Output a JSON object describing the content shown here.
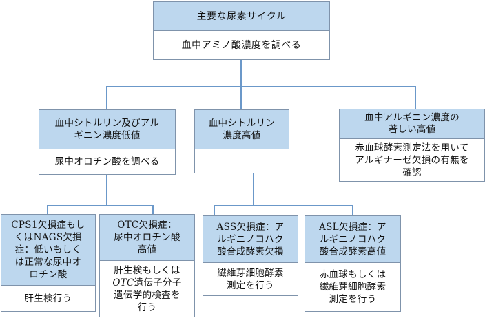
{
  "accent_colors": {
    "header_fill": "#bdd7ee",
    "border": "#7f93ab",
    "connector": "#6b98c9"
  },
  "root": {
    "title": "主要な尿素サイクル",
    "action": "血中アミノ酸濃度を調べる"
  },
  "level1": [
    {
      "title": "血中シトルリン及びアル\nギニン濃度低値",
      "action": "尿中オロチン酸を調べる"
    },
    {
      "title": "血中シトルリン\n濃度高値",
      "action": ""
    },
    {
      "title": "血中アルギニン濃度の\n著しい高値",
      "action": "赤血球酵素測定法を用いて\nアルギナーゼ欠損の有無を\n確認"
    }
  ],
  "level2": [
    {
      "title": "CPS1欠損症もし\nくはNAGS欠損\n症：低いもしく\nは正常な尿中オ\nロチン酸",
      "action": "肝生検行う"
    },
    {
      "title": "OTC欠損症：\n尿中オロチン酸\n高値",
      "action_line1": "肝生検もしくは",
      "action_italic": "OTC",
      "action_line2_rest": "遺伝子分子",
      "action_line3": "遺伝学的検査を\n行う"
    },
    {
      "title": "ASS欠損症：ア\nルギニノコハク\n酸合成酵素欠損",
      "action": "繊維芽細胞酵素\n測定を行う"
    },
    {
      "title": "ASL欠損症：ア\nルギニノコハク\n酸合成酵素高値",
      "action": "赤血球もしくは\n繊維芽細胞酵素\n測定を行う"
    }
  ]
}
